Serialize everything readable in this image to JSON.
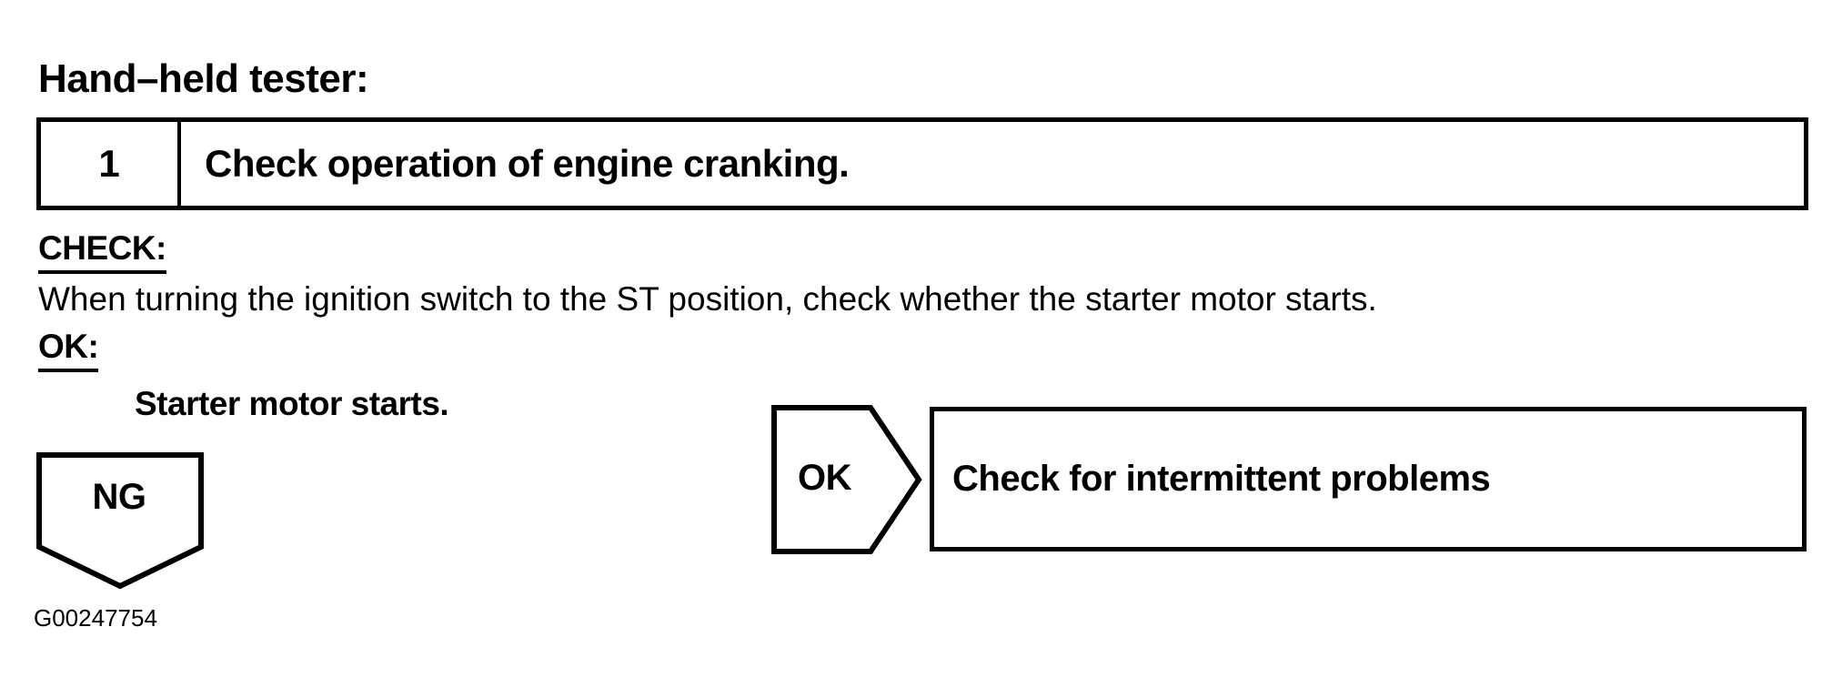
{
  "page": {
    "heading": "Hand–held tester:",
    "figure_code": "G00247754"
  },
  "step_table": {
    "step_number": "1",
    "step_title": "Check operation of engine cranking."
  },
  "check_section": {
    "label": "CHECK:",
    "instruction": "When turning the ignition switch to the ST position, check whether the starter motor starts."
  },
  "ok_section": {
    "label": "OK:",
    "criteria": "Starter motor starts."
  },
  "flowchart": {
    "ng_connector": {
      "label": "NG"
    },
    "ok_branch": {
      "connector_label": "OK",
      "action": "Check for intermittent problems"
    }
  },
  "colors": {
    "ink": "#000000",
    "paper": "#ffffff"
  }
}
